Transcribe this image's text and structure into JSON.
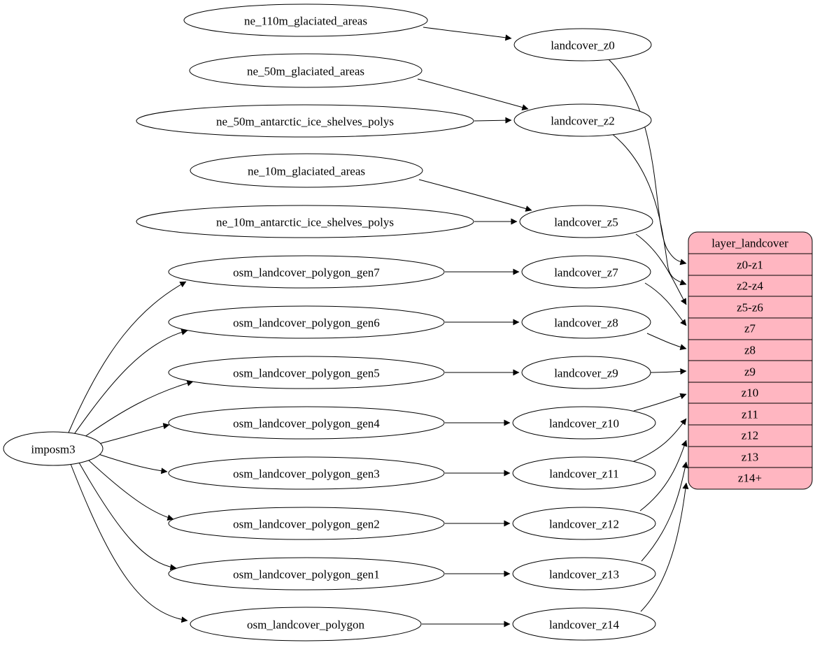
{
  "diagram_type": "graphviz-flow",
  "colors": {
    "background": "#ffffff",
    "node-fill": "#ffffff",
    "edge": "#000000",
    "table-fill": "#ffb6c1",
    "text": "#000000"
  },
  "nodes": {
    "root": "imposm3",
    "sources": [
      "ne_110m_glaciated_areas",
      "ne_50m_glaciated_areas",
      "ne_50m_antarctic_ice_shelves_polys",
      "ne_10m_glaciated_areas",
      "ne_10m_antarctic_ice_shelves_polys",
      "osm_landcover_polygon_gen7",
      "osm_landcover_polygon_gen6",
      "osm_landcover_polygon_gen5",
      "osm_landcover_polygon_gen4",
      "osm_landcover_polygon_gen3",
      "osm_landcover_polygon_gen2",
      "osm_landcover_polygon_gen1",
      "osm_landcover_polygon"
    ],
    "intermediates": [
      "landcover_z0",
      "landcover_z2",
      "landcover_z5",
      "landcover_z7",
      "landcover_z8",
      "landcover_z9",
      "landcover_z10",
      "landcover_z11",
      "landcover_z12",
      "landcover_z13",
      "landcover_z14"
    ]
  },
  "table": {
    "title": "layer_landcover",
    "rows": [
      "z0-z1",
      "z2-z4",
      "z5-z6",
      "z7",
      "z8",
      "z9",
      "z10",
      "z11",
      "z12",
      "z13",
      "z14+"
    ]
  },
  "edges": [
    {
      "from": "imposm3",
      "to": "osm_landcover_polygon_gen7"
    },
    {
      "from": "imposm3",
      "to": "osm_landcover_polygon_gen6"
    },
    {
      "from": "imposm3",
      "to": "osm_landcover_polygon_gen5"
    },
    {
      "from": "imposm3",
      "to": "osm_landcover_polygon_gen4"
    },
    {
      "from": "imposm3",
      "to": "osm_landcover_polygon_gen3"
    },
    {
      "from": "imposm3",
      "to": "osm_landcover_polygon_gen2"
    },
    {
      "from": "imposm3",
      "to": "osm_landcover_polygon_gen1"
    },
    {
      "from": "imposm3",
      "to": "osm_landcover_polygon"
    },
    {
      "from": "ne_110m_glaciated_areas",
      "to": "landcover_z0"
    },
    {
      "from": "ne_50m_glaciated_areas",
      "to": "landcover_z2"
    },
    {
      "from": "ne_50m_antarctic_ice_shelves_polys",
      "to": "landcover_z2"
    },
    {
      "from": "ne_10m_glaciated_areas",
      "to": "landcover_z5"
    },
    {
      "from": "ne_10m_antarctic_ice_shelves_polys",
      "to": "landcover_z5"
    },
    {
      "from": "osm_landcover_polygon_gen7",
      "to": "landcover_z7"
    },
    {
      "from": "osm_landcover_polygon_gen6",
      "to": "landcover_z8"
    },
    {
      "from": "osm_landcover_polygon_gen5",
      "to": "landcover_z9"
    },
    {
      "from": "osm_landcover_polygon_gen4",
      "to": "landcover_z10"
    },
    {
      "from": "osm_landcover_polygon_gen3",
      "to": "landcover_z11"
    },
    {
      "from": "osm_landcover_polygon_gen2",
      "to": "landcover_z12"
    },
    {
      "from": "osm_landcover_polygon_gen1",
      "to": "landcover_z13"
    },
    {
      "from": "osm_landcover_polygon",
      "to": "landcover_z14"
    },
    {
      "from": "landcover_z0",
      "to": "layer_landcover.z0-z1"
    },
    {
      "from": "landcover_z2",
      "to": "layer_landcover.z2-z4"
    },
    {
      "from": "landcover_z5",
      "to": "layer_landcover.z5-z6"
    },
    {
      "from": "landcover_z7",
      "to": "layer_landcover.z7"
    },
    {
      "from": "landcover_z8",
      "to": "layer_landcover.z8"
    },
    {
      "from": "landcover_z9",
      "to": "layer_landcover.z9"
    },
    {
      "from": "landcover_z10",
      "to": "layer_landcover.z10"
    },
    {
      "from": "landcover_z11",
      "to": "layer_landcover.z11"
    },
    {
      "from": "landcover_z12",
      "to": "layer_landcover.z12"
    },
    {
      "from": "landcover_z13",
      "to": "layer_landcover.z13"
    },
    {
      "from": "landcover_z14",
      "to": "layer_landcover.z14+"
    }
  ]
}
